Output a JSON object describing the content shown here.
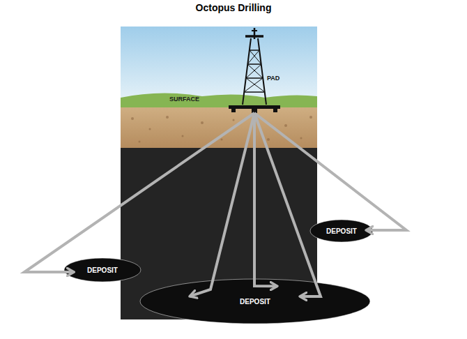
{
  "diagram": {
    "title": "Octopus Drilling",
    "nodes": [
      {
        "text": [
          "PAD"
        ]
      },
      {
        "text": [
          "DEPOSIT"
        ]
      },
      {
        "text": [
          "DEPOSIT"
        ]
      },
      {
        "text": [
          "DEPOSIT"
        ]
      }
    ],
    "edges": [
      {
        "from": 0,
        "to": 2,
        "arrow": "to"
      },
      {
        "from": 0,
        "to": 3,
        "arrow": "to"
      },
      {
        "from": 0,
        "to": 3,
        "arrow": "to"
      },
      {
        "from": 0,
        "to": 3,
        "arrow": "to"
      },
      {
        "from": 0,
        "to": 1,
        "arrow": "to"
      }
    ],
    "labels": [
      "SURFACE"
    ]
  }
}
